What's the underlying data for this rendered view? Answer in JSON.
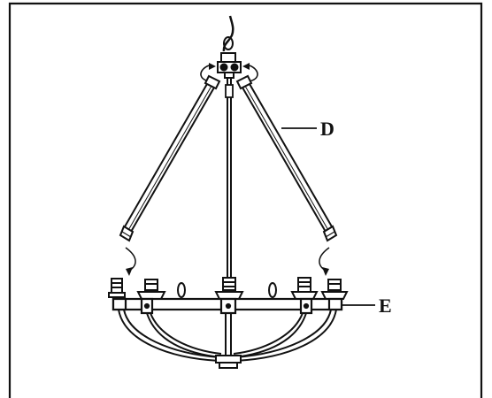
{
  "diagram": {
    "callouts": [
      {
        "id": "D",
        "label": "D"
      },
      {
        "id": "E",
        "label": "E"
      }
    ]
  }
}
